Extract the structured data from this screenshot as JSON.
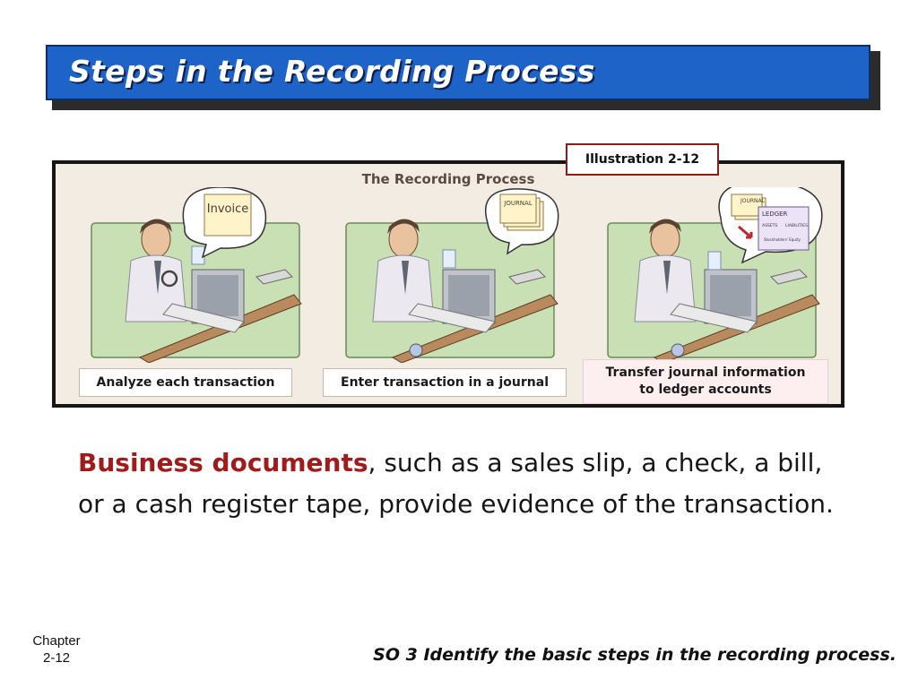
{
  "slide": {
    "title": "Steps in the Recording Process",
    "illustration_label": "Illustration 2-12"
  },
  "illustration": {
    "heading": "The Recording Process",
    "steps": [
      {
        "caption": "Analyze each transaction",
        "bubble_text": "Invoice",
        "bubble_icon": "invoice-document-icon"
      },
      {
        "caption": "Enter transaction in a journal",
        "bubble_text": "JOURNAL",
        "bubble_icon": "journal-pages-icon"
      },
      {
        "caption_line1": "Transfer journal information",
        "caption_line2": "to ledger accounts",
        "bubble_journal": "JOURNAL",
        "bubble_ledger": "LEDGER",
        "ledger_col1": "ASSETS",
        "ledger_col2": "LIABILITIES",
        "ledger_col3": "Stockholders' Equity",
        "bubble_icon": "ledger-transfer-icon"
      }
    ]
  },
  "body": {
    "highlight": "Business documents",
    "text": ", such as a sales slip, a check, a bill, or a cash register tape, provide evidence of the transaction."
  },
  "footer": {
    "chapter_label": "Chapter",
    "page_number": "2-12",
    "objective": "SO 3  Identify the basic steps in the recording process."
  },
  "colors": {
    "title_bar": "#1e63c8",
    "highlight_text": "#a01c1c",
    "label_border": "#8a1c1c",
    "panel_background": "#f3ece2"
  }
}
